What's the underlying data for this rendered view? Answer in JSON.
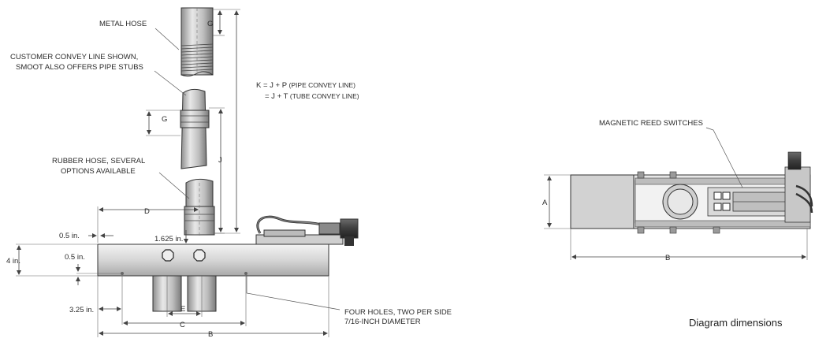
{
  "left_diagram": {
    "callouts": {
      "metal_hose": "METAL HOSE",
      "convey_line_1": "CUSTOMER CONVEY LINE SHOWN,",
      "convey_line_2": "SMOOT ALSO OFFERS PIPE STUBS",
      "rubber_hose_1": "RUBBER HOSE, SEVERAL",
      "rubber_hose_2": "OPTIONS AVAILABLE",
      "holes_1": "FOUR HOLES, TWO PER SIDE",
      "holes_2": "7/16-INCH DIAMETER"
    },
    "formula": {
      "line1_prefix": "K = J + P",
      "line1_note": "(PIPE CONVEY LINE)",
      "line2_prefix": "= J + T",
      "line2_note": "(TUBE CONVEY LINE)"
    },
    "dimensions": {
      "g_top": "G",
      "g_mid": "G",
      "j": "J",
      "d": "D",
      "e": "E",
      "c": "C",
      "b": "B",
      "half_in_top": "0.5 in.",
      "half_in_side": "0.5 in.",
      "four_in": "4 in.",
      "one_625": "1.625 in.",
      "three_25": "3.25 in."
    }
  },
  "right_diagram": {
    "callout": "MAGNETIC REED SWITCHES",
    "dim_a": "A",
    "dim_b": "B"
  },
  "caption": "Diagram dimensions"
}
